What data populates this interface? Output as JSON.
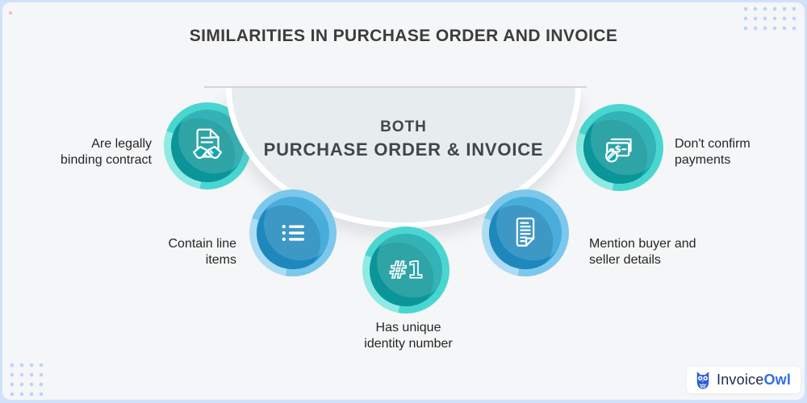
{
  "title": "SIMILARITIES IN PURCHASE ORDER AND INVOICE",
  "center_shape": {
    "line1": "BOTH",
    "line2": "PURCHASE ORDER & INVOICE"
  },
  "items": [
    {
      "label": "Are legally\nbinding contract",
      "icon": "contract-handshake-icon",
      "theme": "teal"
    },
    {
      "label": "Contain line\nitems",
      "icon": "bullet-list-icon",
      "theme": "blue"
    },
    {
      "label": "Has unique\nidentity number",
      "icon": "number-one-icon",
      "icon_text": "#1",
      "theme": "teal"
    },
    {
      "label": "Mention buyer and\nseller details",
      "icon": "document-icon",
      "theme": "blue"
    },
    {
      "label": "Don't confirm\npayments",
      "icon": "no-payment-icon",
      "theme": "teal"
    }
  ],
  "logo": {
    "name": "InvoiceOwl",
    "text_primary": "Invoice",
    "text_secondary": "Owl",
    "icon": "owl-icon"
  },
  "colors": {
    "teal_dark": "#12a7ab",
    "teal_light": "#49d6d1",
    "blue_dark": "#2aa0d6",
    "blue_light": "#7cc8ec",
    "dome_fill": "#e7ecee",
    "card_background": "#f5f6f7",
    "outer_border": "#cfe2fa",
    "dot_color": "#bed3f8",
    "title_color": "#3c3c3c",
    "logo_navy": "#1b2a4e",
    "logo_blue": "#2f6fe3"
  }
}
